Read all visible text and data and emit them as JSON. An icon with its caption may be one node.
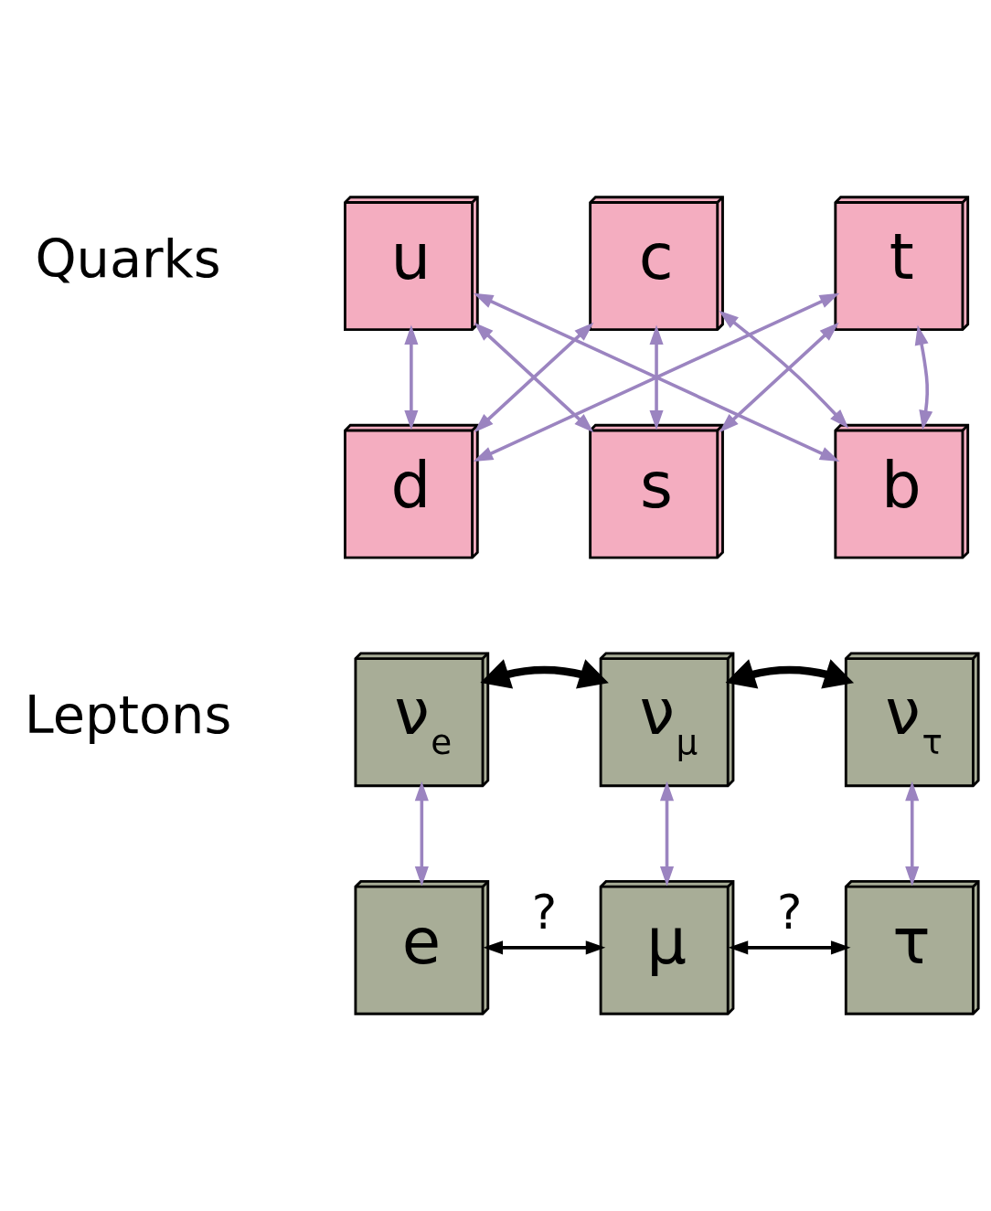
{
  "diagram": {
    "nodes": [
      {
        "text": [
          "u"
        ]
      },
      {
        "text": [
          "c"
        ]
      },
      {
        "text": [
          "t"
        ]
      },
      {
        "text": [
          "d"
        ]
      },
      {
        "text": [
          "s"
        ]
      },
      {
        "text": [
          "b"
        ]
      },
      {
        "text": [
          "ν$_{e}$"
        ]
      },
      {
        "text": [
          "ν$_{μ}$"
        ]
      },
      {
        "text": [
          "ν$_{τ}$"
        ]
      },
      {
        "text": [
          "e"
        ]
      },
      {
        "text": [
          "μ"
        ]
      },
      {
        "text": [
          "τ"
        ]
      }
    ],
    "edges": [
      {
        "from": 0,
        "to": 3,
        "arrow": "both"
      },
      {
        "from": 0,
        "to": 4,
        "arrow": "both"
      },
      {
        "from": 0,
        "to": 5,
        "arrow": "both"
      },
      {
        "from": 1,
        "to": 3,
        "arrow": "both"
      },
      {
        "from": 1,
        "to": 4,
        "arrow": "both"
      },
      {
        "from": 1,
        "to": 5,
        "arrow": "both"
      },
      {
        "from": 2,
        "to": 3,
        "arrow": "both"
      },
      {
        "from": 2,
        "to": 4,
        "arrow": "both"
      },
      {
        "from": 2,
        "to": 5,
        "arrow": "both"
      },
      {
        "from": 6,
        "to": 7,
        "arrow": "both",
        "style": "thick",
        "color": "#000000"
      },
      {
        "from": 7,
        "to": 8,
        "arrow": "both",
        "style": "thick",
        "color": "#000000"
      },
      {
        "from": 6,
        "to": 9,
        "arrow": "both"
      },
      {
        "from": 7,
        "to": 10,
        "arrow": "both"
      },
      {
        "from": 8,
        "to": 11,
        "arrow": "both"
      },
      {
        "from": 9,
        "to": 10,
        "arrow": "both",
        "label": "?",
        "color": "#000000"
      },
      {
        "from": 10,
        "to": 11,
        "arrow": "both",
        "label": "?",
        "color": "#000000"
      }
    ],
    "labels": [
      "Quarks",
      "Leptons"
    ]
  }
}
